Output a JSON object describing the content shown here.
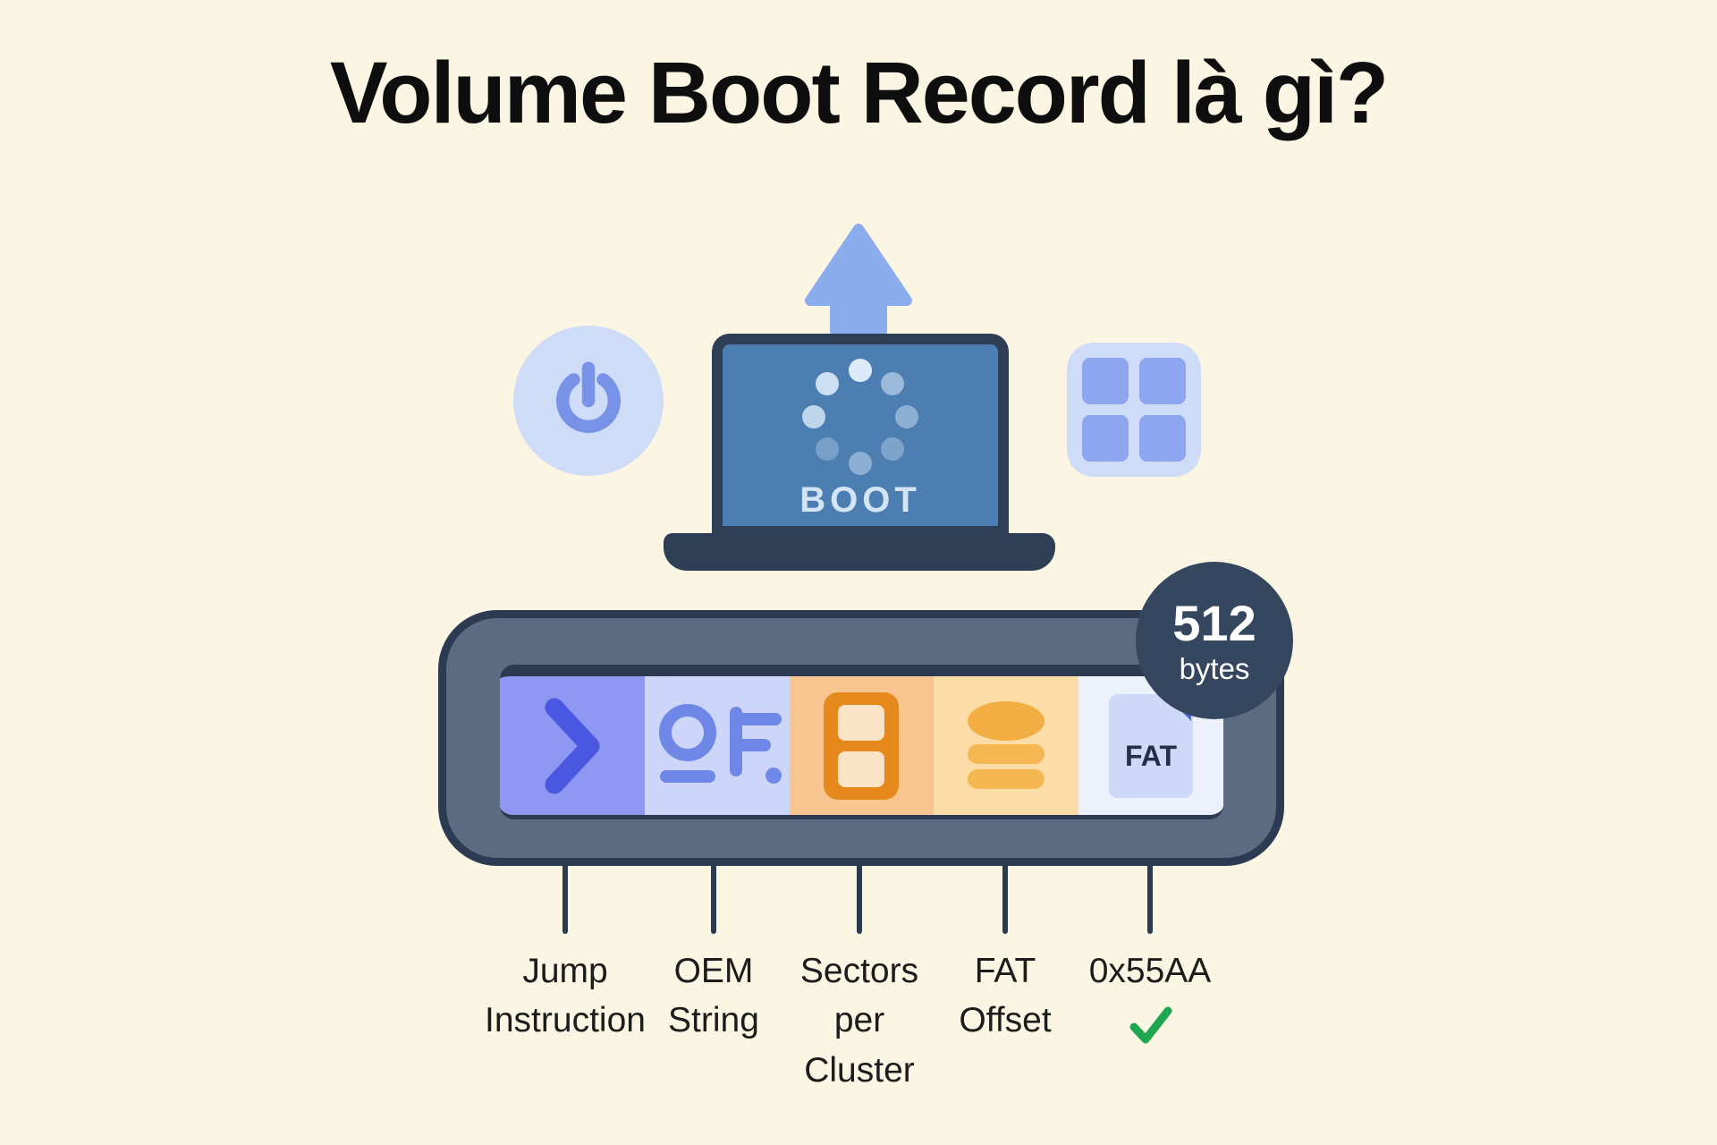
{
  "title": "Volume Boot Record là gì?",
  "laptop": {
    "screen_label": "BOOT"
  },
  "badge": {
    "value": "512",
    "unit": "bytes"
  },
  "side_icons": {
    "left": "power-icon",
    "top": "arrow-up-icon",
    "right": "app-grid-icon",
    "screen": "loading-spinner-icon"
  },
  "fields": [
    {
      "name": "jump-instruction",
      "icon": "chevron-right-icon",
      "color": "#8e97f1",
      "label": {
        "line1": "Jump",
        "line2": "Instruction"
      }
    },
    {
      "name": "oem-string",
      "icon": "oem-string-icon",
      "color": "#cdd6f8",
      "label": {
        "line1": "OEM",
        "line2": "String"
      }
    },
    {
      "name": "sectors-per-cluster",
      "icon": "sector-blocks-icon",
      "color": "#f8c48f",
      "label": {
        "line1": "Sectors",
        "line2": "per",
        "line3": "Cluster"
      }
    },
    {
      "name": "fat-offset",
      "icon": "database-stack-icon",
      "color": "#fcdda7",
      "label": {
        "line1": "FAT",
        "line2": "Offset"
      }
    },
    {
      "name": "signature-0x55aa",
      "icon": "fat-file-icon",
      "file_label": "FAT",
      "color": "#edf1fc",
      "label": {
        "line1": "0x55AA"
      },
      "has_check": true,
      "check_icon": "check-icon"
    }
  ],
  "colors": {
    "background": "#fbf5e3",
    "navy": "#2c3b52",
    "slate_bar": "#5d6b80",
    "badge_bg": "#35465f",
    "arrow_blue": "#8badee",
    "soft_icon_blue": "#cfdcf7",
    "screen_blue": "#4c7eb2",
    "check_green": "#1fa651",
    "orange_icon": "#e6891c",
    "amber_icon": "#f2ae43"
  }
}
